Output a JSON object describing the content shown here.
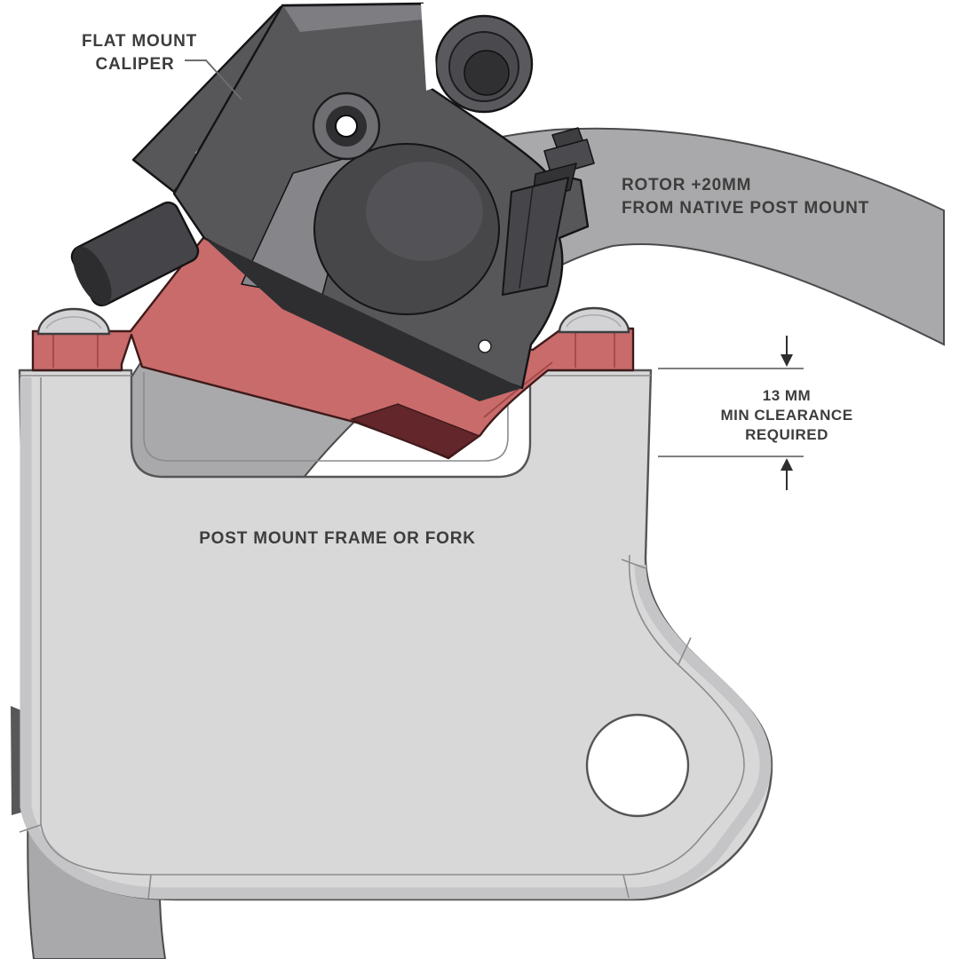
{
  "labels": {
    "caliper": {
      "line1": "FLAT MOUNT",
      "line2": "CALIPER"
    },
    "rotor": {
      "line1": "ROTOR +20MM",
      "line2": "FROM NATIVE POST MOUNT"
    },
    "clearance": {
      "line1": "13 MM",
      "line2": "MIN CLEARANCE",
      "line3": "REQUIRED"
    },
    "frame": {
      "label": "POST MOUNT FRAME OR FORK"
    }
  },
  "colors": {
    "background": "#ffffff",
    "rotor_gray": "#a9a9ab",
    "rotor_outline": "#4b4b4d",
    "frame_fill": "#d8d8d9",
    "frame_edge": "#c5c5c7",
    "frame_outline": "#555557",
    "frame_inner_line": "#8c8c8e",
    "adapter_red": "#c96b6b",
    "adapter_red_edge": "#a34747",
    "adapter_maroon": "#63262a",
    "adapter_outline": "#3f1a1a",
    "caliper_dark": "#2e2e30",
    "caliper_mid": "#57575a",
    "caliper_light": "#85858a",
    "caliper_outline": "#141416",
    "bolt_fill": "#d3d3d5",
    "bolt_outline": "#3e3e40",
    "text": "#3d3d3d",
    "dim_line": "#6e6e70",
    "dim_arrow": "#2f2f31"
  }
}
